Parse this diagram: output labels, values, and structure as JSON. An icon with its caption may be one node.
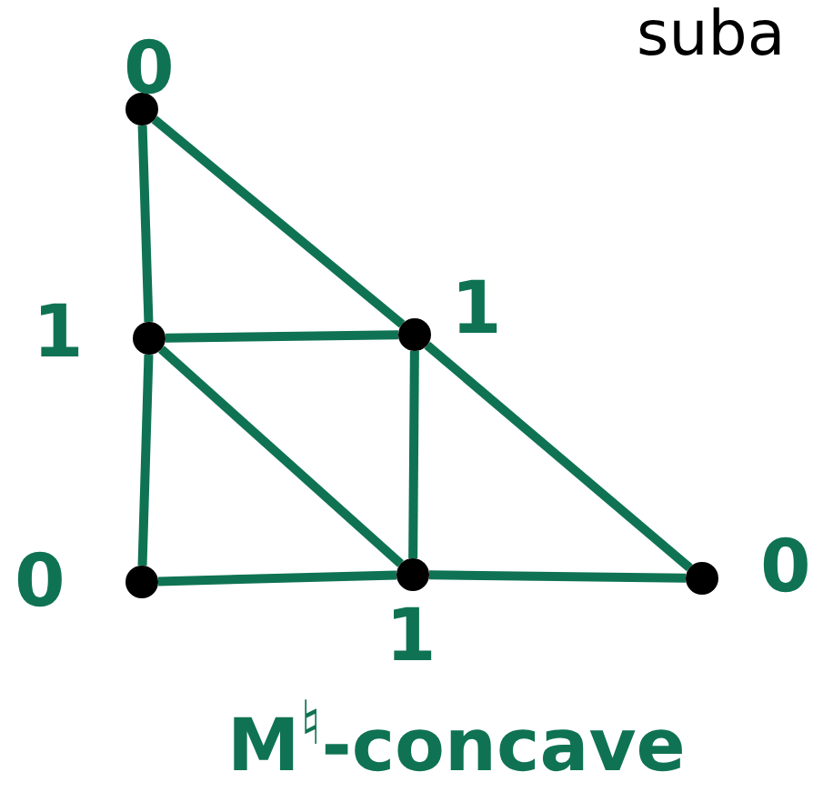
{
  "diagram": {
    "caption": "M$^{♮}$-concave",
    "nodes": [
      {
        "text": [],
        "shape": "circle",
        "beside": [
          "0"
        ]
      },
      {
        "text": [],
        "shape": "circle",
        "beside": [
          "1"
        ]
      },
      {
        "text": [],
        "shape": "circle",
        "beside": [
          "1"
        ]
      },
      {
        "text": [],
        "shape": "circle",
        "beside": [
          "0"
        ]
      },
      {
        "text": [],
        "shape": "circle",
        "beside": [
          "1"
        ]
      },
      {
        "text": [],
        "shape": "circle",
        "beside": [
          "0"
        ]
      }
    ],
    "edges": [
      {
        "from": 0,
        "to": 1,
        "arrow": "none"
      },
      {
        "from": 0,
        "to": 2,
        "arrow": "none"
      },
      {
        "from": 1,
        "to": 2,
        "arrow": "none"
      },
      {
        "from": 1,
        "to": 3,
        "arrow": "none"
      },
      {
        "from": 1,
        "to": 4,
        "arrow": "none"
      },
      {
        "from": 2,
        "to": 4,
        "arrow": "none"
      },
      {
        "from": 2,
        "to": 5,
        "arrow": "none"
      },
      {
        "from": 3,
        "to": 4,
        "arrow": "none"
      },
      {
        "from": 4,
        "to": 5,
        "arrow": "none"
      }
    ],
    "labels": [
      "suba"
    ]
  }
}
